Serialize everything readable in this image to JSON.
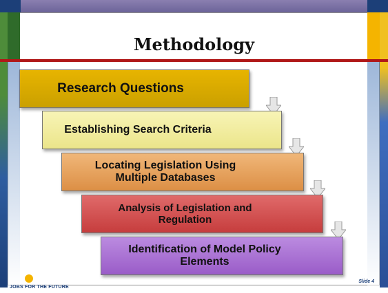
{
  "slide": {
    "title": "Methodology",
    "steps": [
      {
        "label": "Research Questions",
        "color": "#d9a800"
      },
      {
        "label": "Establishing Search Criteria",
        "color": "#f2ed98"
      },
      {
        "label": "Locating Legislation Using Multiple Databases",
        "color": "#e6a25c"
      },
      {
        "label": "Analysis of Legislation and Regulation",
        "color": "#d24f4f"
      },
      {
        "label": "Identification of Model Policy Elements",
        "color": "#a972d0"
      }
    ],
    "logo_text": "Jobs for the Future",
    "slide_number": "Slide 4"
  },
  "colors": {
    "title_rule": "#b01818",
    "accent_blue": "#1c3f78",
    "accent_green": "#2f6b2a",
    "accent_gold": "#f5b400"
  }
}
